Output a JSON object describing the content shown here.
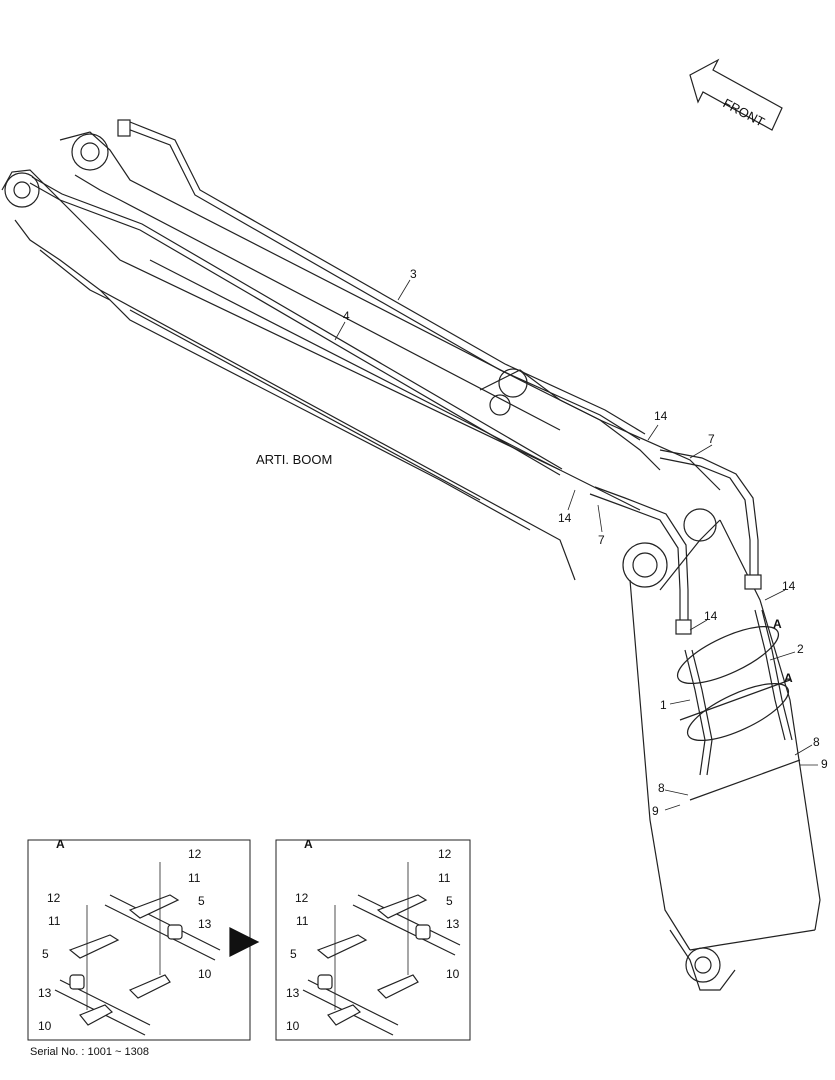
{
  "diagram": {
    "front_label": "FRONT",
    "arti_boom_label": "ARTI. BOOM",
    "callouts": {
      "c1": "1",
      "c2": "2",
      "c3": "3",
      "c4": "4",
      "c7a": "7",
      "c7b": "7",
      "c8a": "8",
      "c8b": "8",
      "c9a": "9",
      "c9b": "9",
      "c14a": "14",
      "c14b": "14",
      "c14c": "14",
      "c14d": "14",
      "cAa": "A",
      "cAb": "A"
    },
    "detail_left": {
      "title": "A",
      "n12a": "12",
      "n11a": "11",
      "n5a": "5",
      "n13a": "13",
      "n10a": "10",
      "n12b": "12",
      "n11b": "11",
      "n5b": "5",
      "n13b": "13",
      "n10b": "10"
    },
    "detail_right": {
      "title": "A",
      "n12a": "12",
      "n11a": "11",
      "n5a": "5",
      "n13a": "13",
      "n10a": "10",
      "n12b": "12",
      "n11b": "11",
      "n5b": "5",
      "n13b": "13",
      "n10b": "10"
    },
    "serial": "Serial No. : 1001 ~ 1308"
  }
}
